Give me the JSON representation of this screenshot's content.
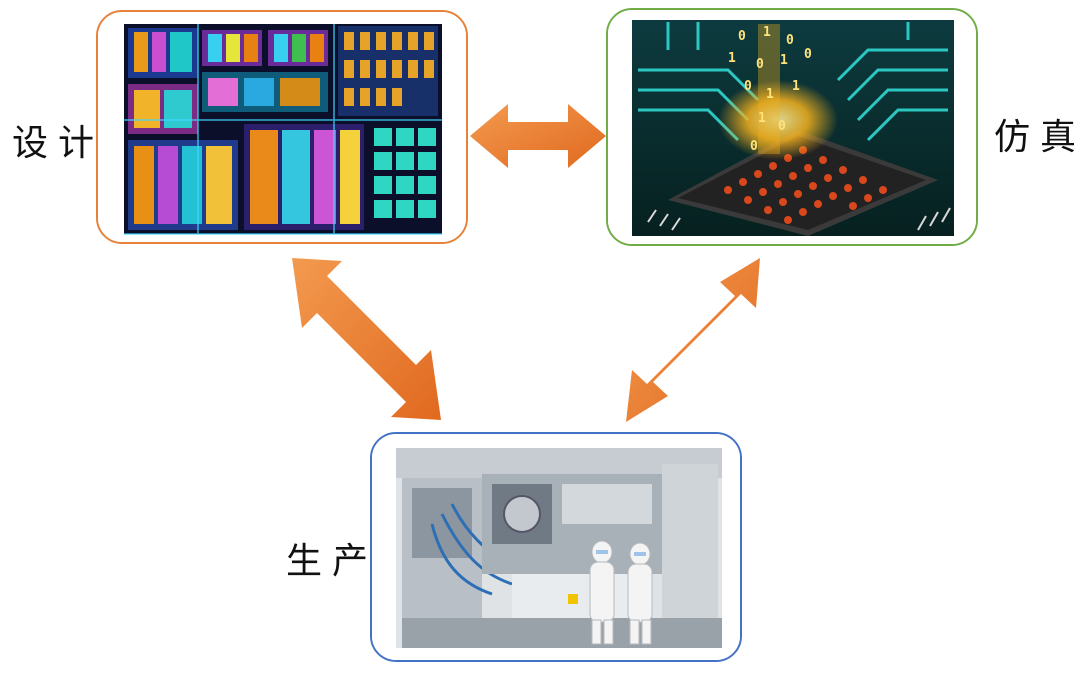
{
  "diagram": {
    "nodes": [
      {
        "id": "design",
        "label": "设计",
        "border_color": "#e8823a",
        "image": "chip-layout-image"
      },
      {
        "id": "simulation",
        "label": "仿真",
        "border_color": "#70ad47",
        "image": "circuit-board-binary-image"
      },
      {
        "id": "production",
        "label": "生产",
        "border_color": "#4472c4",
        "image": "cleanroom-fab-image"
      }
    ],
    "edges": [
      {
        "from": "design",
        "to": "simulation",
        "bidirectional": true
      },
      {
        "from": "design",
        "to": "production",
        "bidirectional": true
      },
      {
        "from": "simulation",
        "to": "production",
        "bidirectional": true
      }
    ],
    "arrow_color": "#ed7d31"
  }
}
